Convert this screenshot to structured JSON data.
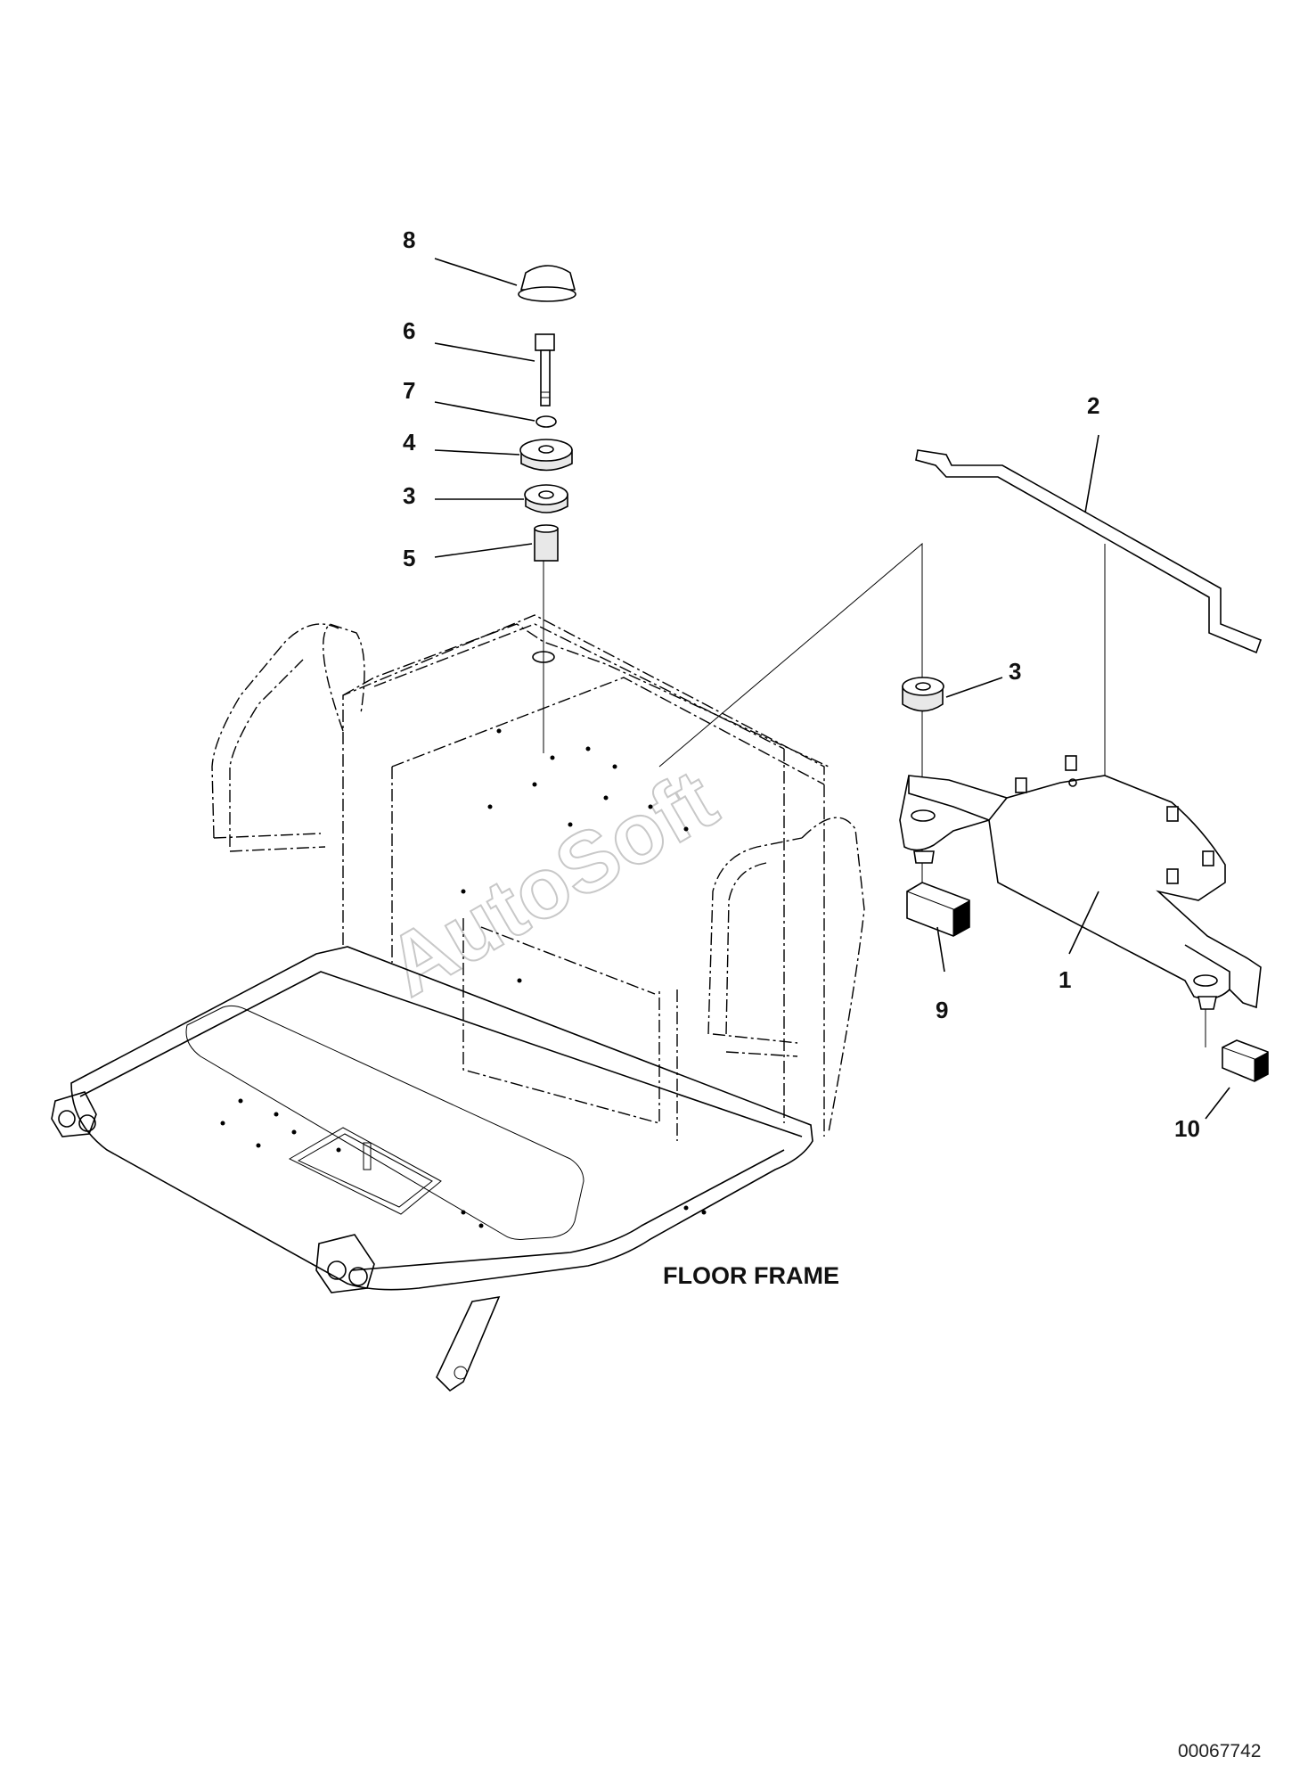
{
  "diagram": {
    "caption": "FLOOR FRAME",
    "document_number": "00067742",
    "watermark": "AutoSoft",
    "callouts": [
      {
        "id": "8",
        "name": "cap"
      },
      {
        "id": "6",
        "name": "bolt"
      },
      {
        "id": "7",
        "name": "washer"
      },
      {
        "id": "4",
        "name": "mount-upper"
      },
      {
        "id": "3",
        "name": "cushion"
      },
      {
        "id": "5",
        "name": "collar"
      },
      {
        "id": "2",
        "name": "rod"
      },
      {
        "id": "3",
        "name": "cushion-right"
      },
      {
        "id": "1",
        "name": "bracket"
      },
      {
        "id": "9",
        "name": "block"
      },
      {
        "id": "10",
        "name": "block-lower"
      }
    ]
  }
}
